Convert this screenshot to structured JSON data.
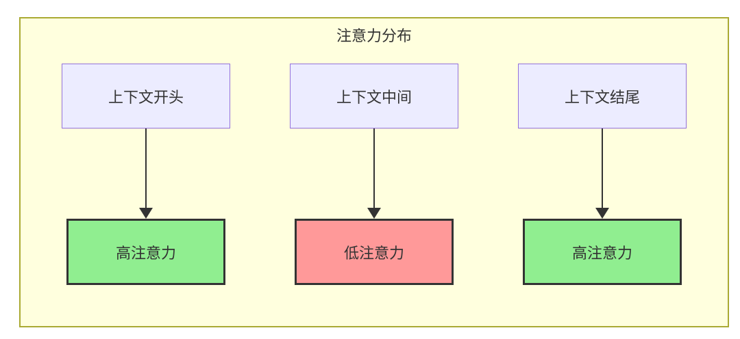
{
  "diagram": {
    "title": "注意力分布",
    "columns": [
      {
        "source": "上下文开头",
        "target": "高注意力",
        "target_type": "high"
      },
      {
        "source": "上下文中间",
        "target": "低注意力",
        "target_type": "low"
      },
      {
        "source": "上下文结尾",
        "target": "高注意力",
        "target_type": "high"
      }
    ],
    "colors": {
      "group_background": "#ffffde",
      "group_border": "#aaaa33",
      "source_node_background": "#ECECFF",
      "source_node_border": "#9370DB",
      "high_attention_background": "#90EE90",
      "low_attention_background": "#FF9999",
      "target_node_border": "#333333",
      "arrow": "#333333",
      "text": "#333333"
    }
  }
}
